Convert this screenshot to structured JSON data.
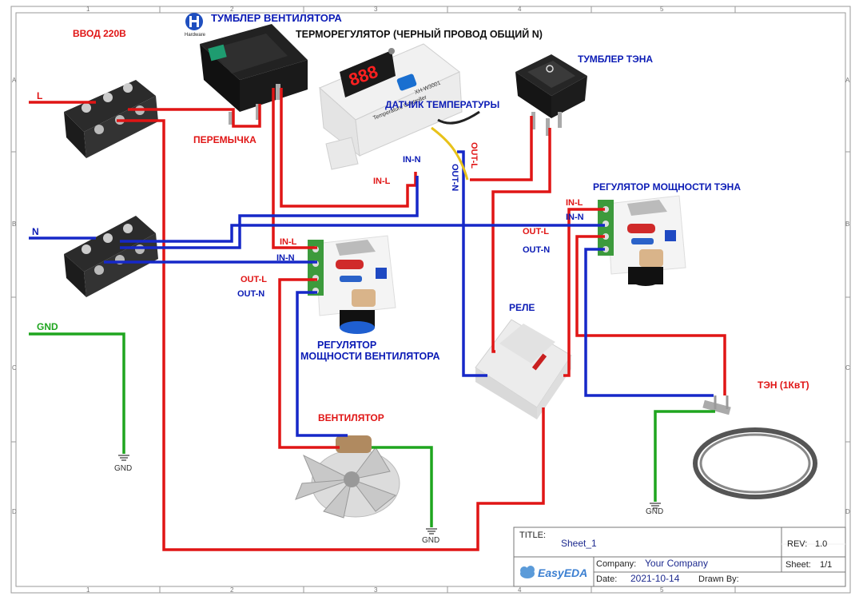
{
  "labels": {
    "input_220": "ВВОД 220В",
    "fan_switch": "ТУМБЛЕР ВЕНТИЛЯТОРА",
    "thermostat": "ТЕРМОРЕГУЛЯТОР (ЧЕРНЫЙ ПРОВОД ОБЩИЙ N)",
    "heater_switch": "ТУМБЛЕР ТЭНА",
    "temp_sensor": "ДАТЧИК ТЕМПЕРАТУРЫ",
    "jumper": "ПЕРЕМЫЧКА",
    "heater_power_reg": "РЕГУЛЯТОР МОЩНОСТИ ТЭНА",
    "fan_power_reg_line1": "РЕГУЛЯТОР",
    "fan_power_reg_line2": "МОЩНОСТИ ВЕНТИЛЯТОРА",
    "relay": "РЕЛЕ",
    "fan": "ВЕНТИЛЯТОР",
    "heater": "ТЭН (1КвТ)",
    "line_L": "L",
    "line_N": "N",
    "ground": "GND",
    "gnd_symbol": "GND",
    "in_l": "IN-L",
    "in_n": "IN-N",
    "out_l": "OUT-L",
    "out_n": "OUT-N",
    "hardware_logo": "Hardware",
    "thermostat_display": "888",
    "thermostat_model": "XH-W3001",
    "thermostat_brand": "Temperature Controller"
  },
  "ruler": {
    "columns": [
      "1",
      "2",
      "3",
      "4",
      "5"
    ],
    "rows": [
      "A",
      "B",
      "C",
      "D"
    ]
  },
  "title_block": {
    "title_label": "TITLE:",
    "title_value": "Sheet_1",
    "rev_label": "REV:",
    "rev_value": "1.0",
    "company_label": "Company:",
    "company_value": "Your Company",
    "sheet_label": "Sheet:",
    "sheet_value": "1/1",
    "date_label": "Date:",
    "date_value": "2021-10-14",
    "drawn_label": "Drawn By:",
    "drawn_value": "",
    "logo_text": "EasyEDA"
  },
  "colors": {
    "phase_wire": "#e01515",
    "neutral_wire": "#1628c8",
    "ground_wire": "#1fa51f",
    "sensor_wire_yellow": "#e8c21a",
    "sensor_wire_black": "#222222",
    "label_blue": "#0b1bb5",
    "label_red": "#e01515",
    "frame": "#9a9a9a"
  }
}
